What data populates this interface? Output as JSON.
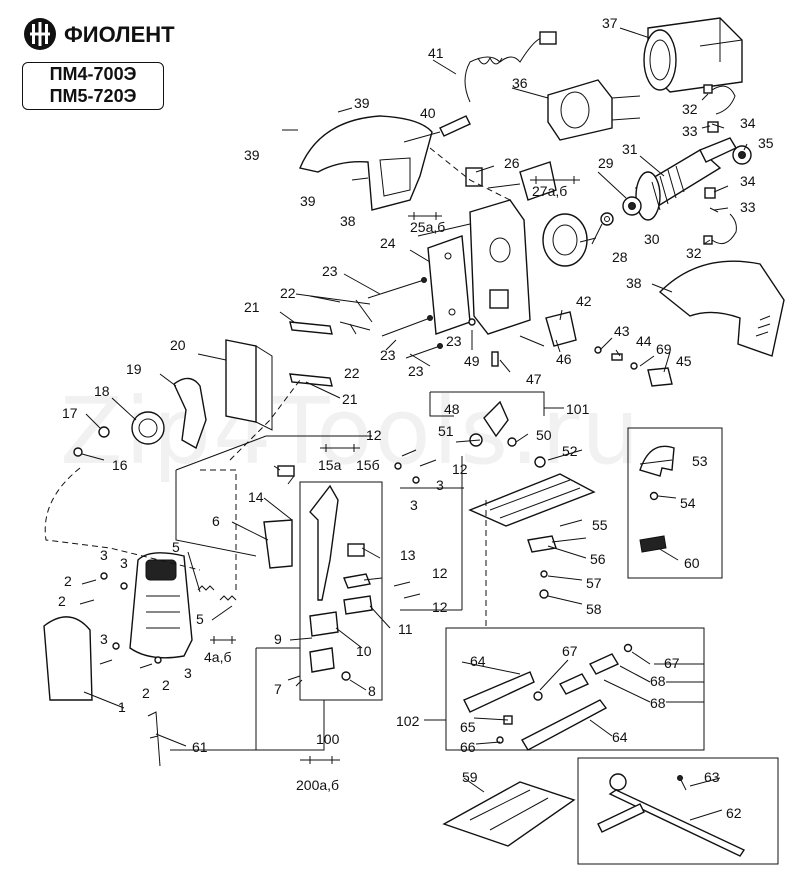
{
  "brand": {
    "name": "ФИОЛЕНТ",
    "logo_icon": "fiolent-logo-icon"
  },
  "models": [
    "ПМ4-700Э",
    "ПМ5-720Э"
  ],
  "watermark": "Zip4Tools.ru",
  "part_labels": {
    "p1": "1",
    "p2a": "2",
    "p2b": "2",
    "p2c": "2",
    "p2d": "2",
    "p3a": "3",
    "p3b": "3",
    "p3c": "3",
    "p3d": "3",
    "p3e": "3",
    "p3f": "3",
    "p4": "4а,б",
    "p5a": "5",
    "p5b": "5",
    "p6": "6",
    "p7": "7",
    "p8": "8",
    "p9": "9",
    "p10": "10",
    "p11": "11",
    "p12a": "12",
    "p12b": "12",
    "p12c": "12",
    "p12d": "12",
    "p13": "13",
    "p14": "14",
    "p15a": "15а",
    "p15b": "15б",
    "p16": "16",
    "p17": "17",
    "p18": "18",
    "p19": "19",
    "p20": "20",
    "p21a": "21",
    "p21b": "21",
    "p22a": "22",
    "p22b": "22",
    "p23a": "23",
    "p23b": "23",
    "p23c": "23",
    "p23d": "23",
    "p24": "24",
    "p25": "25а,б",
    "p26": "26",
    "p27": "27а,б",
    "p28": "28",
    "p29": "29",
    "p30": "30",
    "p31": "31",
    "p32a": "32",
    "p32b": "32",
    "p33a": "33",
    "p33b": "33",
    "p34a": "34",
    "p34b": "34",
    "p35": "35",
    "p36": "36",
    "p37": "37",
    "p38a": "38",
    "p38b": "38",
    "p39a": "39",
    "p39b": "39",
    "p39c": "39",
    "p40": "40",
    "p41": "41",
    "p42": "42",
    "p43": "43",
    "p44": "44",
    "p45": "45",
    "p46": "46",
    "p47": "47",
    "p48": "48",
    "p49": "49",
    "p50": "50",
    "p51": "51",
    "p52": "52",
    "p53": "53",
    "p54": "54",
    "p55": "55",
    "p56": "56",
    "p57": "57",
    "p58": "58",
    "p59": "59",
    "p60": "60",
    "p61": "61",
    "p62": "62",
    "p63": "63",
    "p64a": "64",
    "p64b": "64",
    "p65": "65",
    "p66": "66",
    "p67a": "67",
    "p67b": "67",
    "p68a": "68",
    "p68b": "68",
    "p69": "69",
    "p100": "100",
    "p101": "101",
    "p102": "102",
    "p200": "200а,б"
  }
}
